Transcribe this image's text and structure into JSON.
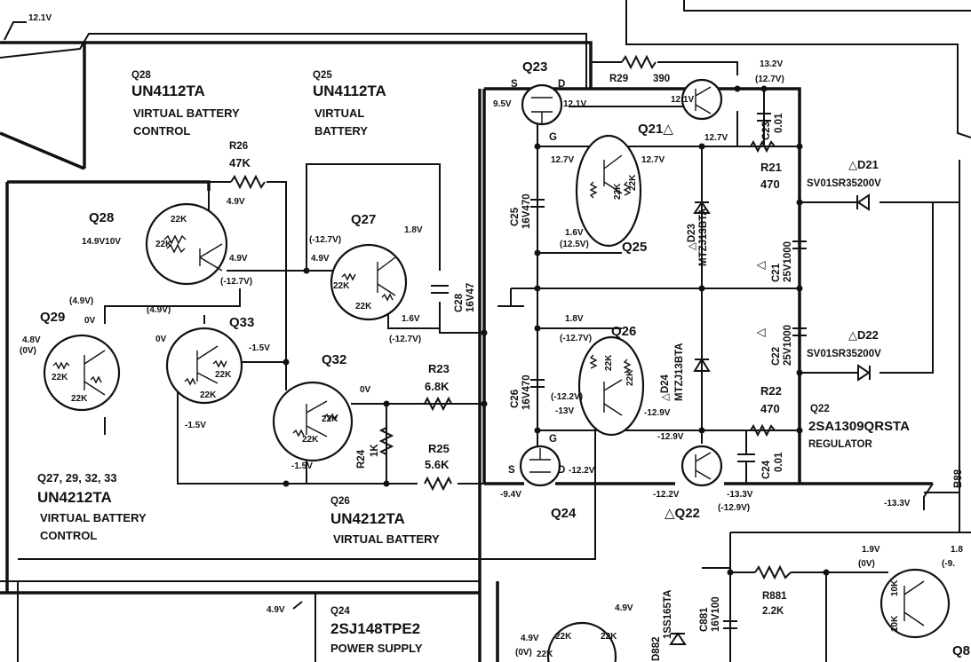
{
  "blocks": {
    "q28_top": {
      "ref": "Q28",
      "part": "UN4112TA",
      "line1": "VIRTUAL  BATTERY",
      "line2": "CONTROL"
    },
    "q25_top": {
      "ref": "Q25",
      "part": "UN4112TA",
      "line1": "VIRTUAL",
      "line2": "BATTERY"
    },
    "q27_group": {
      "ref": "Q27, 29, 32, 33",
      "part": "UN4212TA",
      "line1": "VIRTUAL  BATTERY",
      "line2": "CONTROL"
    },
    "q26_bottom": {
      "ref": "Q26",
      "part": "UN4212TA",
      "line1": "VIRTUAL  BATTERY"
    },
    "q24_bottom": {
      "ref": "Q24",
      "part": "2SJ148TPE2",
      "line1": "POWER SUPPLY"
    },
    "q22_right": {
      "ref": "Q22",
      "part": "2SA1309QRSTA",
      "line1": "REGULATOR"
    }
  },
  "transistors": {
    "q28": "Q28",
    "q29": "Q29",
    "q33": "Q33",
    "q32": "Q32",
    "q27": "Q27",
    "q23": "Q23",
    "q21": "Q21△",
    "q25": "Q25",
    "q26": "Q26",
    "q24": "Q24",
    "q22": "△Q22",
    "q8": "Q8"
  },
  "internal_resistors": [
    "22K",
    "22K",
    "22K",
    "22K",
    "22K",
    "22K",
    "22K",
    "22K",
    "22K",
    "22K",
    "22K",
    "22K",
    "22K",
    "22K",
    "22K",
    "22K",
    "10K",
    "10K",
    "22K"
  ],
  "components": {
    "r26": {
      "ref": "R26",
      "value": "47K"
    },
    "r29": {
      "ref": "R29",
      "value": "390"
    },
    "r21": {
      "ref": "R21",
      "value": "470"
    },
    "r22": {
      "ref": "R22",
      "value": "470"
    },
    "r23": {
      "ref": "R23",
      "value": "6.8K"
    },
    "r25": {
      "ref": "R25",
      "value": "5.6K"
    },
    "r24": {
      "ref": "R24",
      "value": "1K"
    },
    "r881": {
      "ref": "R881",
      "value": "2.2K"
    },
    "c28": {
      "ref": "C28",
      "value": "16V47"
    },
    "c25": {
      "ref": "C25",
      "value": "16V470"
    },
    "c26": {
      "ref": "C26",
      "value": "16V470"
    },
    "c21": {
      "ref": "C21",
      "value": "25V1000"
    },
    "c22": {
      "ref": "C22",
      "value": "25V1000"
    },
    "c23": {
      "ref": "C23",
      "value": "0.01"
    },
    "c24": {
      "ref": "C24",
      "value": "0.01"
    },
    "c881": {
      "ref": "C881",
      "value": "16V100"
    },
    "d23": {
      "ref": "△D23",
      "value": "MTZJ13BTA"
    },
    "d24": {
      "ref": "△D24",
      "value": "MTZJ13BTA"
    },
    "d21": {
      "ref": "△D21",
      "value": "SV01SR35200V"
    },
    "d22": {
      "ref": "△D22",
      "value": "SV01SR35200V"
    },
    "d882": {
      "ref": "D882",
      "value": "1SS165TA"
    },
    "c21_mark": "△",
    "c22_mark": "△"
  },
  "voltages": {
    "v_12_1_topleft": "12.1V",
    "v_4_9_r26": "4.9V",
    "v_14_9_10": "14.9V10V",
    "v_4_9_q28": "4.9V",
    "v_q28_paren": "(-12.7V)",
    "v_q27_paren": "(-12.7V)",
    "v_q27_base": "4.9V",
    "v_q27_c": "1.8V",
    "v_q27_e": "1.6V",
    "v_q27_e_paren": "(-12.7V)",
    "v_q29_p1": "(4.9V)",
    "v_q29_0": "0V",
    "v_q29_48": "4.8V",
    "v_q29_0p": "(0V)",
    "v_q33_p": "(4.9V)",
    "v_q33_0": "0V",
    "v_q33_m15": "-1.5V",
    "v_q33_m15b": "-1.5V",
    "v_q32_0": "0V",
    "v_q32_m15": "-1.5V",
    "v_q23_s": "9.5V",
    "v_q23_d": "12.1V",
    "v_q21_b": "12.1V",
    "v_q21_e": "12.7V",
    "v_c23_top": "13.2V",
    "v_c23_top_p": "(12.7V)",
    "v_q25_l": "12.7V",
    "v_q25_r": "12.7V",
    "v_q25_b": "1.6V",
    "v_q25_bp": "(12.5V)",
    "v_q26_1": "1.8V",
    "v_q26_p": "(-12.7V)",
    "v_q26_p2": "(-12.2V)",
    "v_q26_m13": "-13V",
    "v_q26_r": "-12.9V",
    "v_q22_b": "-12.9V",
    "v_q24_d": "-12.2V",
    "v_q24_s": "-9.4V",
    "v_q22_c": "-12.2V",
    "v_q22_e": "-13.3V",
    "v_q22_ep": "(-12.9V)",
    "v_m133": "-13.3V",
    "v_4_9_bottom": "4.9V",
    "v_q24b_1": "4.9V",
    "v_q24b_1p": "(0V)",
    "v_q24b_2": "4.9V",
    "v_r881_1": "1.9V",
    "v_r881_1p": "(0V)",
    "v_r881_2": "1.8",
    "v_r881_2p": "(-9.",
    "fet_s": "S",
    "fet_d": "D",
    "fet_g": "G",
    "fet_g2": "G",
    "fet_s2": "S",
    "fet_d2": "D"
  },
  "edge_text": {
    "b88": "B88"
  }
}
